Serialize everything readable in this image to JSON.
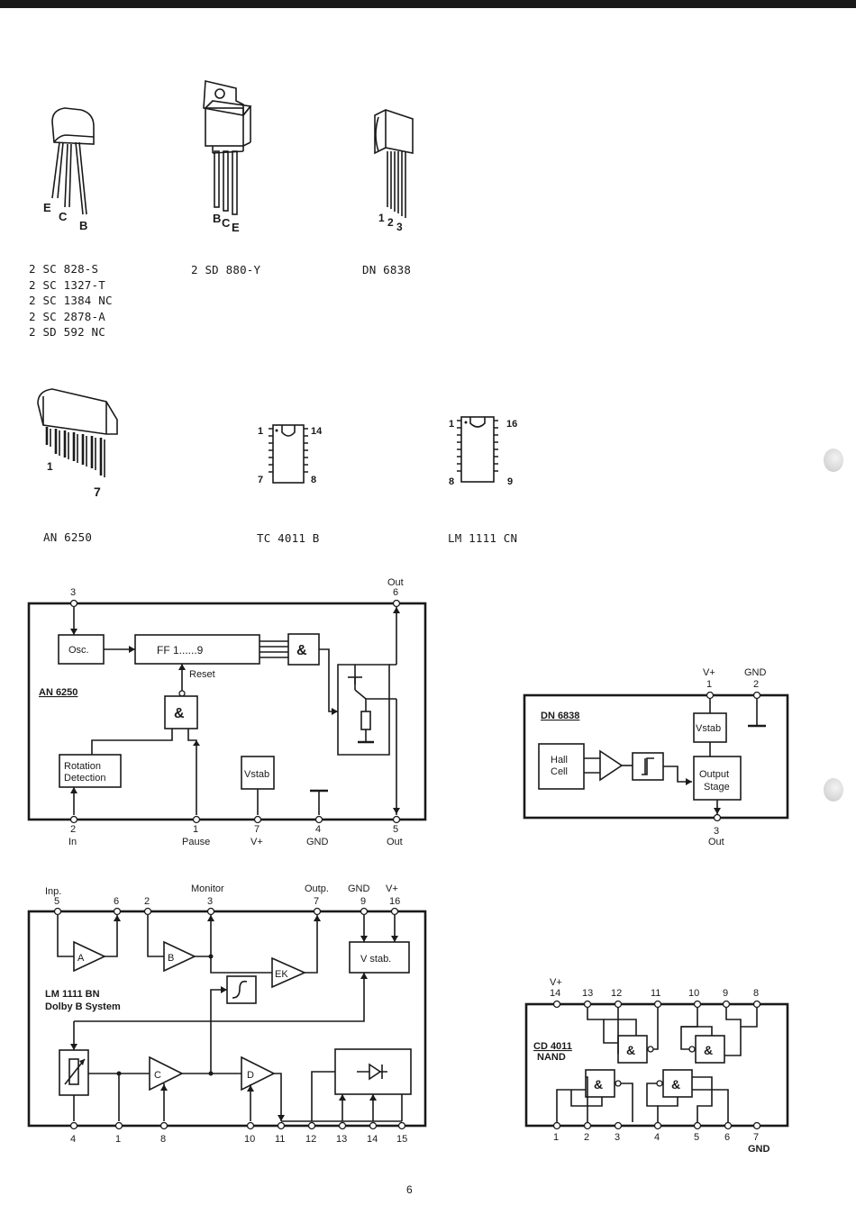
{
  "page_number": "6",
  "transistors": {
    "to92": {
      "pins": [
        "E",
        "C",
        "B"
      ],
      "parts": [
        "2 SC 828-S",
        "2 SC 1327-T",
        "2 SC 1384 NC",
        "2 SC 2878-A",
        "2 SD 592 NC"
      ]
    },
    "to220": {
      "pins": [
        "B",
        "C",
        "E"
      ],
      "part": "2 SD 880-Y"
    },
    "sip3": {
      "pins": [
        "1",
        "2",
        "3"
      ],
      "part": "DN 6838"
    }
  },
  "packages": {
    "an6250": {
      "pins": [
        "1",
        "7"
      ],
      "part": "AN 6250"
    },
    "tc4011": {
      "pins": [
        "1",
        "14",
        "7",
        "8"
      ],
      "part": "TC 4011 B"
    },
    "lm1111": {
      "pins": [
        "1",
        "16",
        "8",
        "9"
      ],
      "part": "LM 1111 CN"
    }
  },
  "an6250_diagram": {
    "name": "AN 6250",
    "osc": "Osc.",
    "ff": "FF  1......9",
    "reset": "Reset",
    "and": "&",
    "rotation": [
      "Rotation",
      "Detection"
    ],
    "vstab": "Vstab",
    "top_pins": [
      {
        "num": "3"
      },
      {
        "num": "6",
        "label": "Out"
      }
    ],
    "bottom_pins": [
      {
        "num": "2",
        "label": "In"
      },
      {
        "num": "1",
        "label": "Pause"
      },
      {
        "num": "7",
        "label": "V+"
      },
      {
        "num": "4",
        "label": "GND"
      },
      {
        "num": "5",
        "label": "Out"
      }
    ]
  },
  "dn6838_diagram": {
    "name": "DN 6838",
    "hall": [
      "Hall",
      "Cell"
    ],
    "vstab": "Vstab",
    "output": [
      "Output",
      "Stage"
    ],
    "top_pins": [
      {
        "num": "1",
        "label": "V+"
      },
      {
        "num": "2",
        "label": "GND"
      }
    ],
    "bottom_pins": [
      {
        "num": "3",
        "label": "Out"
      }
    ]
  },
  "lm1111_diagram": {
    "name": [
      "LM 1111 BN",
      "Dolby B System"
    ],
    "top_labels": [
      "Inp.",
      "Monitor",
      "Outp.",
      "GND",
      "V+"
    ],
    "top_pins": [
      "5",
      "6",
      "2",
      "3",
      "7",
      "9",
      "16"
    ],
    "amps": [
      "A",
      "B",
      "C",
      "D",
      "EK"
    ],
    "vstab": "V stab.",
    "bottom_pins": [
      "4",
      "1",
      "8",
      "10",
      "11",
      "12",
      "13",
      "14",
      "15"
    ]
  },
  "cd4011_diagram": {
    "name": [
      "CD 4011",
      "NAND"
    ],
    "vplus": "V+",
    "top_pins": [
      "14",
      "13",
      "12",
      "11",
      "10",
      "9",
      "8"
    ],
    "gate": "&",
    "bottom_pins": [
      "1",
      "2",
      "3",
      "4",
      "5",
      "6",
      "7"
    ],
    "gnd": "GND"
  }
}
